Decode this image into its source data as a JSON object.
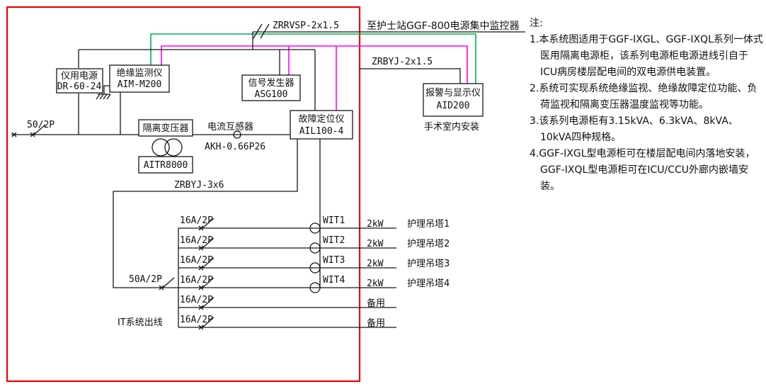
{
  "colors": {
    "cabinet_border": "#f20000",
    "signal_green": "#00b050",
    "signal_magenta": "#ff00ff",
    "wire": "#161616"
  },
  "cabinet": {
    "labels": {
      "incoming_breaker": "50/2P",
      "main_breaker": "50A/2P",
      "output_cable": "ZRBYJ-3x6",
      "it_outgoing": "IT系统出线"
    },
    "components": {
      "instrument_power": {
        "name": "仪用电源",
        "model": "DR-60-24"
      },
      "insulation_monitor": {
        "name": "绝缘监测仪",
        "model": "AIM-M200"
      },
      "signal_generator": {
        "name": "信号发生器",
        "model": "ASG100"
      },
      "fault_locator": {
        "name": "故障定位仪",
        "model": "AIL100-4"
      },
      "isolation_transformer": {
        "name": "隔离变压器",
        "model": "AITR8000"
      },
      "current_transformer": {
        "name": "电流互感器",
        "model": "AKH-0.66P26"
      }
    },
    "branches": [
      {
        "breaker": "16A/2P",
        "ct": "WIT1",
        "power": "2kW",
        "load": "护理吊塔1"
      },
      {
        "breaker": "16A/2P",
        "ct": "WIT2",
        "power": "2kW",
        "load": "护理吊塔2"
      },
      {
        "breaker": "16A/2P",
        "ct": "WIT3",
        "power": "2kW",
        "load": "护理吊塔3"
      },
      {
        "breaker": "16A/2P",
        "ct": "WIT4",
        "power": "2kW",
        "load": "护理吊塔4"
      },
      {
        "breaker": "16A/2P",
        "load": "备用"
      },
      {
        "breaker": "16A/2P",
        "load": "备用"
      }
    ]
  },
  "external": {
    "signal_cable": "ZRRVSP-2x1.5",
    "to_nurse_station": "至护士站GGF-800电源集中监控器",
    "alarm_cable": "ZRBYJ-2x1.5",
    "alarm_display": {
      "name": "报警与显示仪",
      "model": "AID200",
      "location": "手术室内安装"
    }
  },
  "notes": {
    "title": "注:",
    "items": [
      {
        "num": "1.",
        "text": "本系统图适用于GGF-IXGL、GGF-IXQL系列一体式医用隔离电源柜，该系列电源柜电源进线引自于ICU病房楼层配电间的双电源供电装置。"
      },
      {
        "num": "2.",
        "text": "系统可实现系统绝缘监视、绝缘故障定位功能、负荷监视和隔离变压器温度监视等功能。"
      },
      {
        "num": "3.",
        "text": "该系列电源柜有3.15kVA、6.3kVA、8kVA、10kVA四种规格。"
      },
      {
        "num": "4.",
        "text": "GGF-IXGL型电源柜可在楼层配电间内落地安装，GGF-IXQL型电源柜可在ICU/CCU外廊内嵌墙安装。"
      }
    ]
  }
}
